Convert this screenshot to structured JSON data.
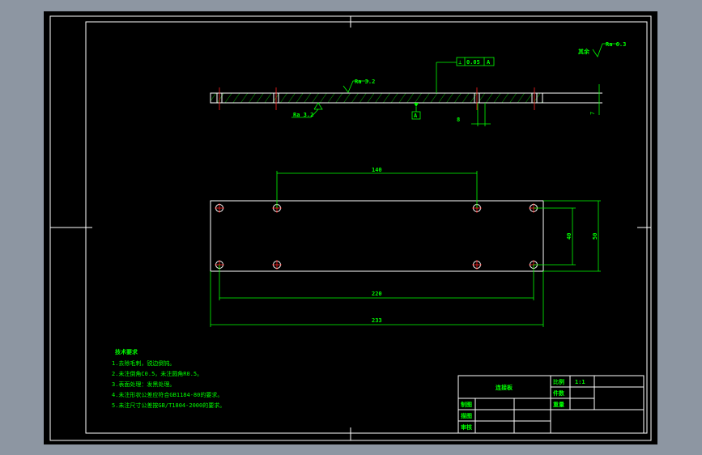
{
  "colors": {
    "background": "#8d96a2",
    "canvas": "#000000",
    "line": "#ffffff",
    "annotation": "#00ff00",
    "hole_center": "#ff2020"
  },
  "side_view": {
    "roughness_top": "Ra 3.2",
    "roughness_bottom": "Ra 3.2",
    "tolerance_symbol": "⊥",
    "tolerance_value": "0.05",
    "tolerance_datum": "A",
    "datum_label": "A",
    "thickness_dim": "8",
    "right_dim": "7"
  },
  "general_roughness": {
    "prefix": "其余",
    "value": "Ra 6.3"
  },
  "top_view": {
    "dim_top": "140",
    "dim_inner_height": "40",
    "dim_outer_height": "50",
    "dim_hole_span": "220",
    "dim_overall_length": "233"
  },
  "tech_requirements": {
    "title": "技术要求",
    "items": [
      "1.去除毛刺，锐边倒钝。",
      "2.未注倒角C0.5，未注圆角R0.5。",
      "3.表面处理：发黑处理。",
      "4.未注形状公差应符合GB1184-80的要求。",
      "5.未注尺寸公差按GB/T1804-2000的要求。"
    ]
  },
  "title_block": {
    "part_name": "连接板",
    "scale_label": "比例",
    "scale_value": "1:1",
    "qty_label": "件数",
    "weight_label": "重量",
    "drawn_label": "制图",
    "checked_label": "描图",
    "approved_label": "审核"
  }
}
